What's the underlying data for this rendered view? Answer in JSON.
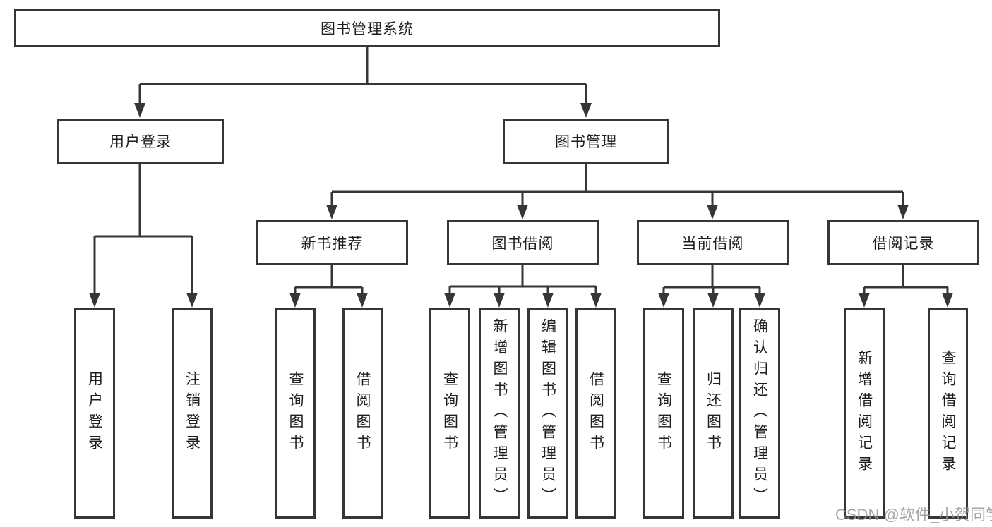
{
  "diagram": {
    "root": {
      "label": "图书管理系统"
    },
    "branches": [
      {
        "label": "用户登录",
        "children": [
          {
            "label": "用户登录"
          },
          {
            "label": "注销登录"
          }
        ]
      },
      {
        "label": "图书管理",
        "children": [
          {
            "label": "新书推荐",
            "children": [
              {
                "label": "查询图书"
              },
              {
                "label": "借阅图书"
              }
            ]
          },
          {
            "label": "图书借阅",
            "children": [
              {
                "label": "查询图书"
              },
              {
                "label": "新增图书（管理员）"
              },
              {
                "label": "编辑图书（管理员）"
              },
              {
                "label": "借阅图书"
              }
            ]
          },
          {
            "label": "当前借阅",
            "children": [
              {
                "label": "查询图书"
              },
              {
                "label": "归还图书"
              },
              {
                "label": "确认归还（管理员）"
              }
            ]
          },
          {
            "label": "借阅记录",
            "children": [
              {
                "label": "新增借阅记录"
              },
              {
                "label": "查询借阅记录"
              }
            ]
          }
        ]
      }
    ],
    "colors": {
      "line": "#363636",
      "text": "#1e1e1e",
      "box_fill": "#ffffff"
    }
  },
  "watermark": {
    "text": "CSDN @软件_小贺同学",
    "color": "#969696"
  }
}
